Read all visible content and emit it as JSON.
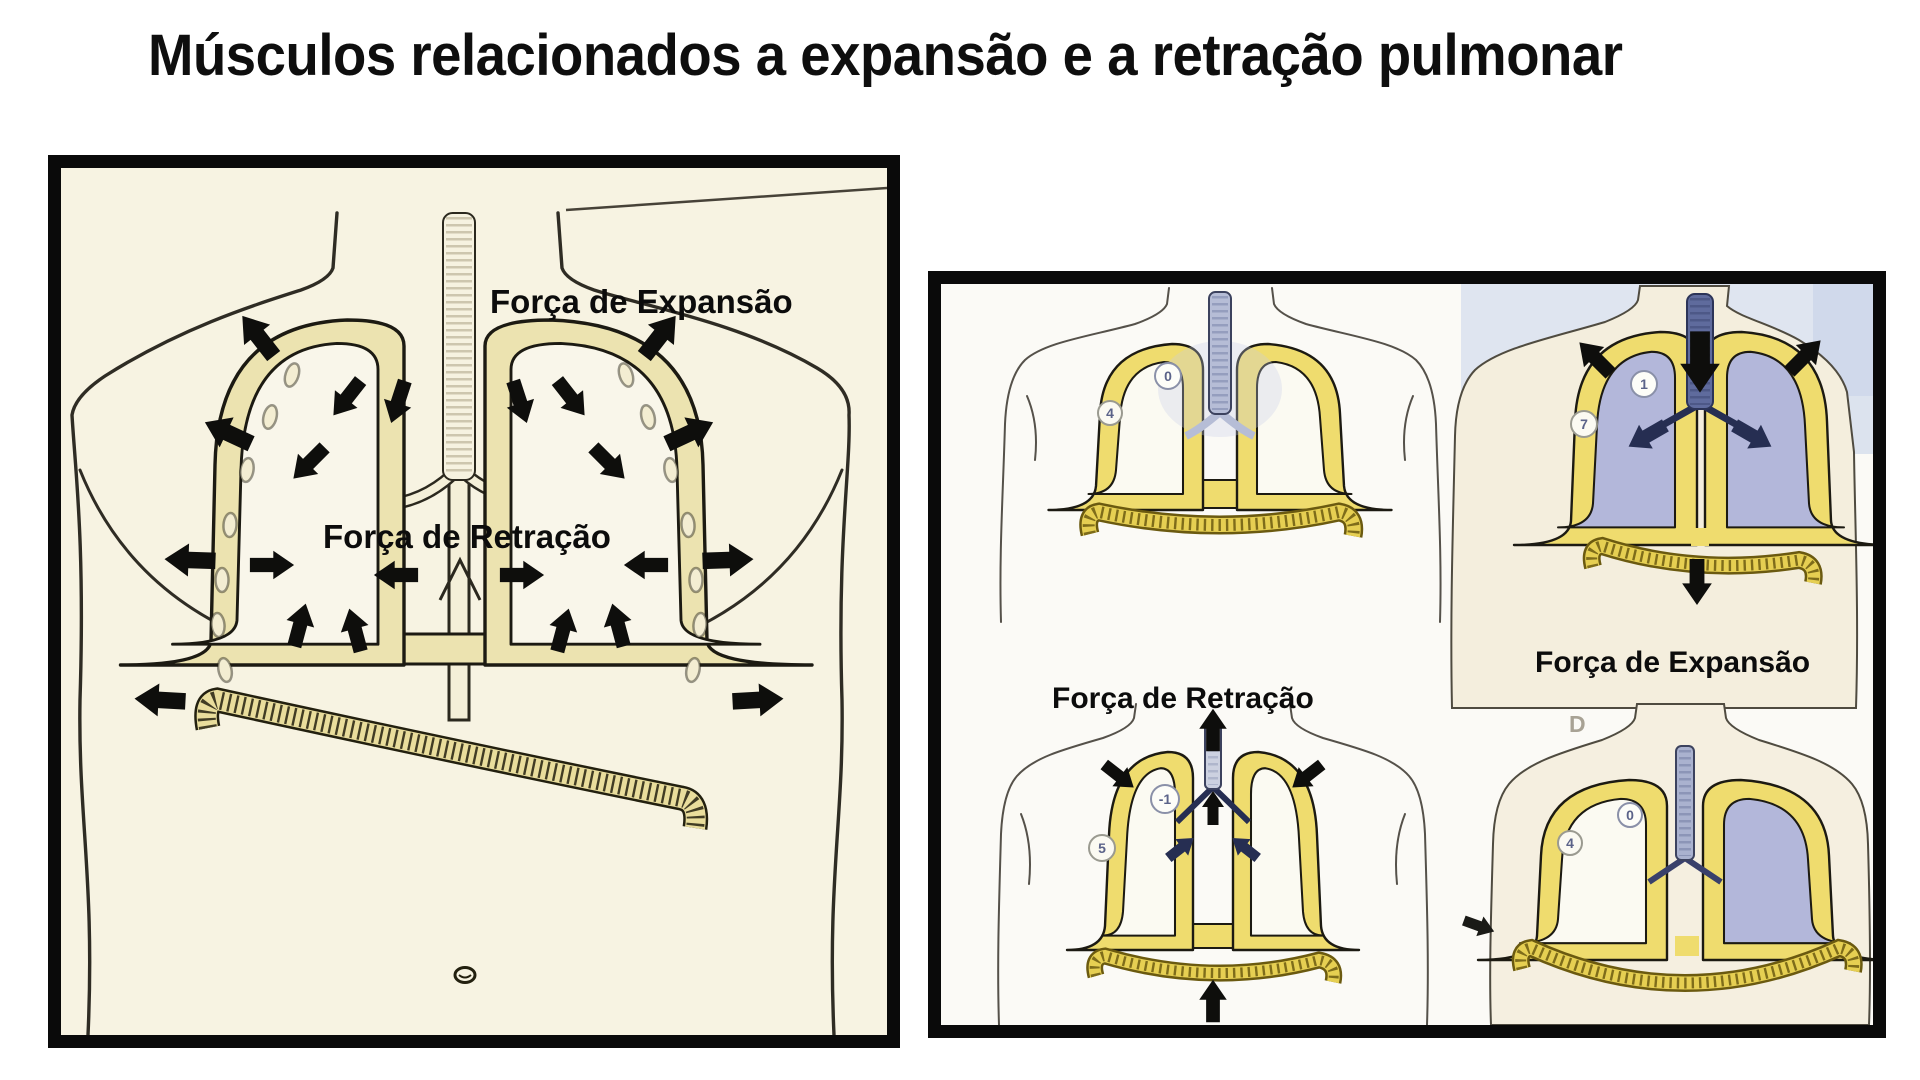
{
  "title": "Músculos relacionados a expansão e a retração pulmonar",
  "left_figure": {
    "expansion_label": "Força de Expansão",
    "retraction_label": "Força de Retração"
  },
  "right_figure": {
    "expansion_label": "Força de Expansão",
    "retraction_label": "Força de Retração",
    "stray_mark": "D",
    "panels": {
      "top_left": {
        "badges": [
          "0",
          "4"
        ]
      },
      "top_right": {
        "badges": [
          "1",
          "7"
        ]
      },
      "bottom_left": {
        "badges": [
          "-1",
          "5"
        ]
      },
      "bottom_right": {
        "badges": [
          "0",
          "4"
        ]
      }
    }
  },
  "colors": {
    "page_background": "#ffffff",
    "left_panel_background": "#f7f3e2",
    "right_panel_background": "#fbfaf6",
    "panel_border": "#0a0a0a",
    "band_yellow_left": "#ece3b0",
    "band_yellow_right": "#efdc6e",
    "lung_lilac": "#b3b7da",
    "trachea_blue": "#5f6b9d",
    "arrow_black": "#0e0e0c",
    "sky_blue_tint": "#cdd7ec"
  }
}
